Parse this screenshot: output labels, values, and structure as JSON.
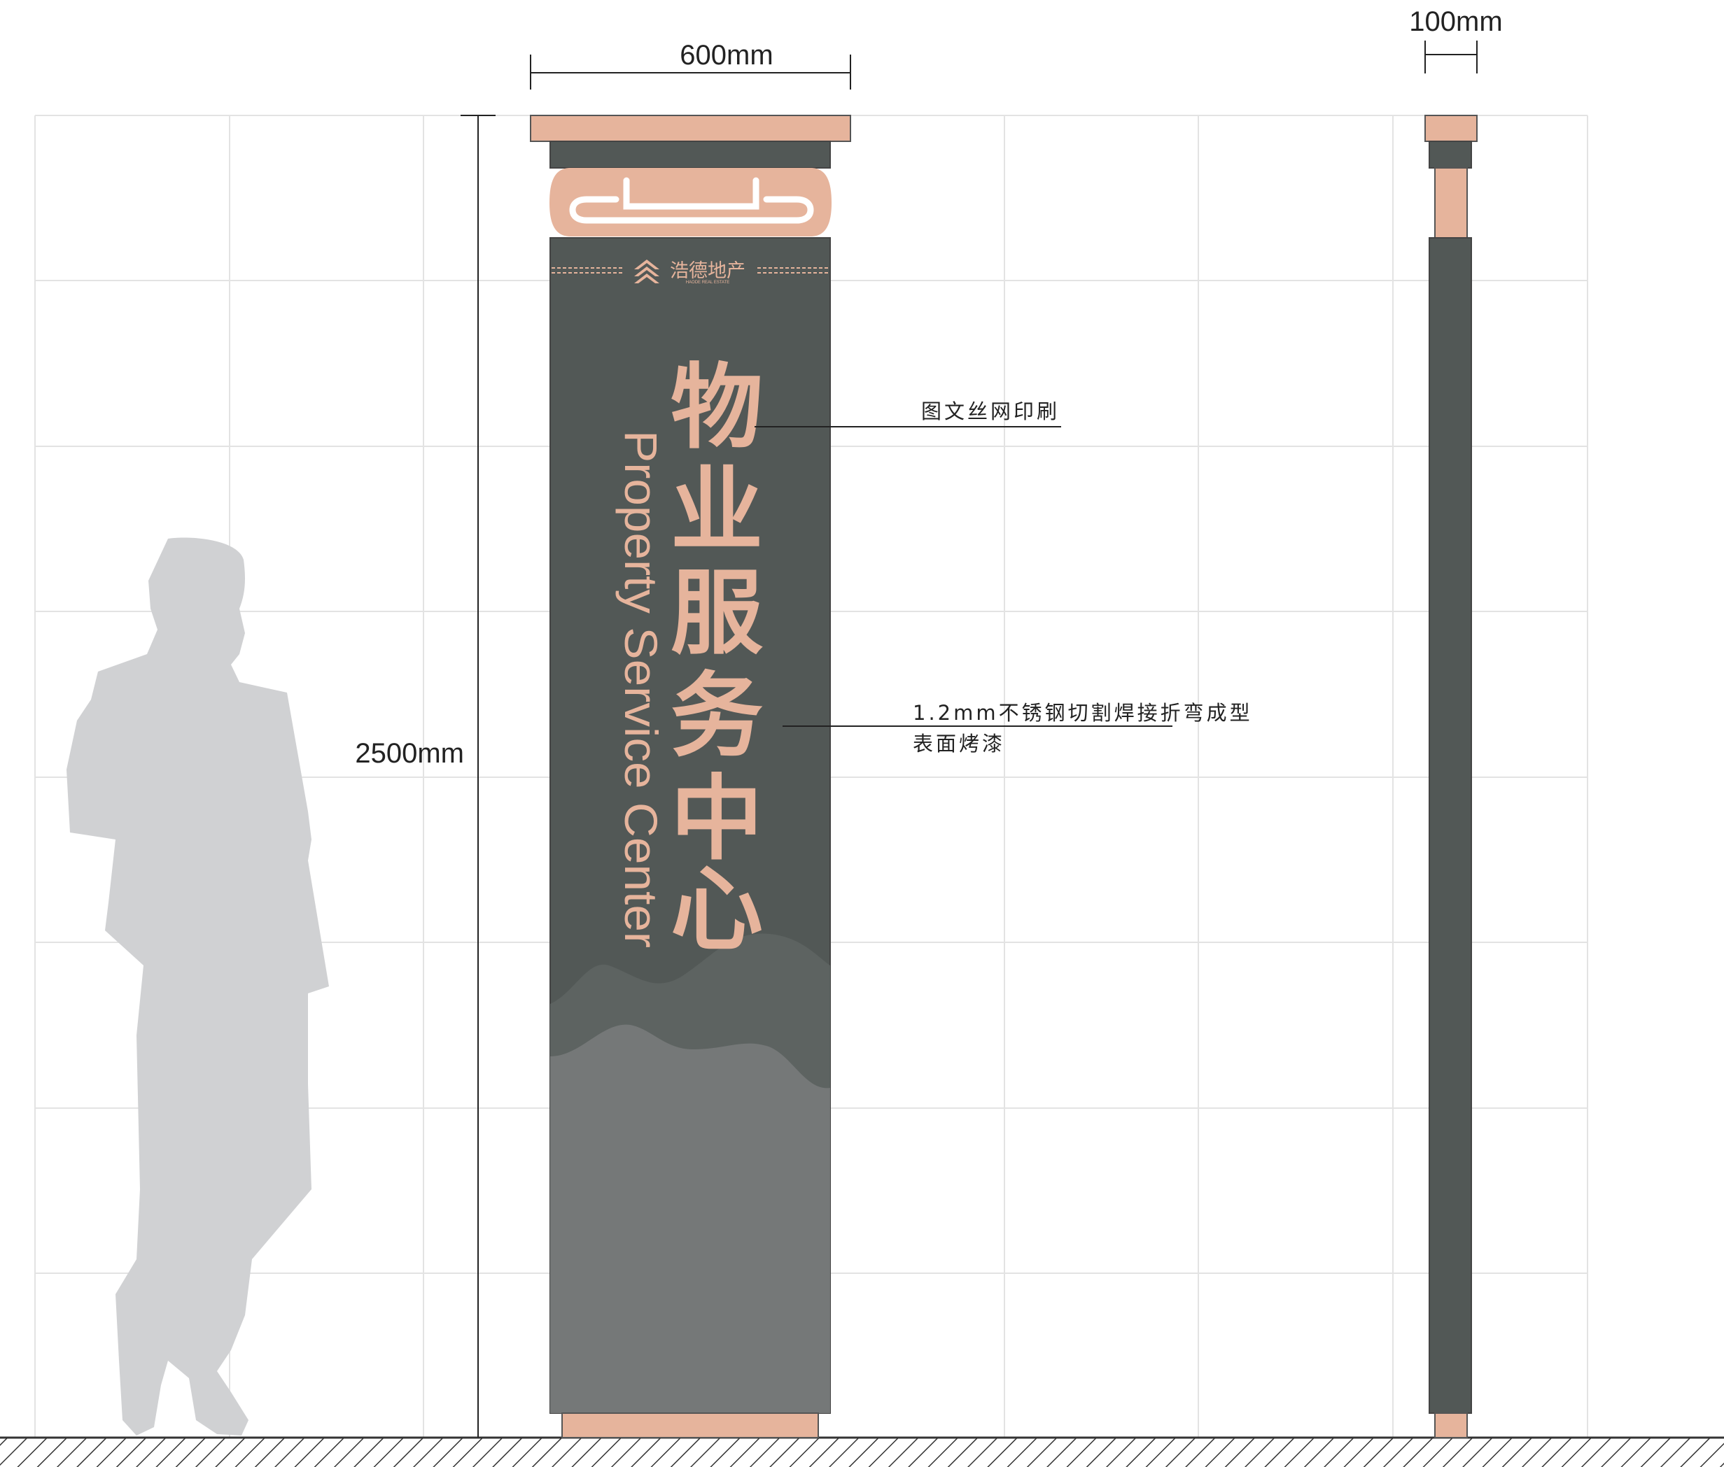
{
  "dimensions": {
    "width_front": "600mm",
    "width_side": "100mm",
    "height": "2500mm"
  },
  "sign": {
    "title_cn_chars": [
      "物",
      "业",
      "服",
      "务",
      "中",
      "心"
    ],
    "title_en": "Property Service Center",
    "brand_name": "浩德地产",
    "brand_subtitle": "HAODE REAL ESTATE"
  },
  "callouts": {
    "print_note": "图文丝网印刷",
    "material_note_line1": "1.2mm不锈钢切割焊接折弯成型",
    "material_note_line2": "表面烤漆"
  },
  "colors": {
    "accent_copper": "#e6b49c",
    "panel_dark": "#525856",
    "panel_mid": "#5d6361",
    "panel_light": "#757878",
    "silhouette": "#d0d1d3",
    "grid": "#e2e2e2"
  },
  "icons": {
    "brand_logo": "haode-logo-icon",
    "human_scale": "person-silhouette-icon",
    "ground": "ground-hatch-icon"
  }
}
